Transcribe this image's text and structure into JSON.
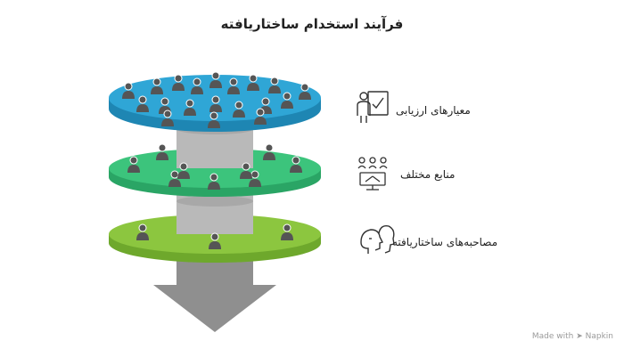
{
  "title": "فرآیند استخدام ساختاریافته",
  "stages": [
    {
      "label": "معیارهای ارزیابی",
      "color": "#2fa6d6",
      "color_dark": "#1e86b3",
      "icon": "evaluator-checklist-icon"
    },
    {
      "label": "منابع مختلف",
      "color": "#3cc47c",
      "color_dark": "#2aa565",
      "icon": "group-network-icon"
    },
    {
      "label": "مصاحبه‌های ساختاریافته",
      "color": "#8cc63f",
      "color_dark": "#6ea82c",
      "icon": "two-heads-talking-icon"
    }
  ],
  "person_counts": [
    19,
    9,
    3
  ],
  "colors": {
    "person": "#555555",
    "pipe": "#b9b9b9",
    "arrow": "#8f8f8f"
  },
  "watermark": "Made with ➤ Napkin"
}
